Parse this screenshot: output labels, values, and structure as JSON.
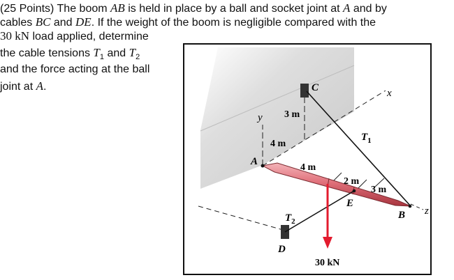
{
  "problem": {
    "line1_a": "(25 Points)    The boom ",
    "AB": "AB",
    "line1_b": " is held in place by a ball and socket joint at ",
    "A": "A",
    "line1_c": " and by",
    "line2_a": "cables ",
    "BC": "BC",
    "line2_b": " and ",
    "DE": "DE",
    "line2_c": ". If the weight of the boom is negligible compared with the",
    "load": "30 kN",
    "line3_b": " load applied, determine",
    "line4": "the cable tensions ",
    "T1_T": "T",
    "T1_sub": "1",
    "and": " and ",
    "T2_T": "T",
    "T2_sub": "2",
    "line5": "and the force acting at the ball",
    "line6_a": "joint at ",
    "A2": "A",
    "line6_b": "."
  },
  "figure": {
    "points": {
      "A": "A",
      "B": "B",
      "C": "C",
      "D": "D",
      "E": "E"
    },
    "axes": {
      "x": "x",
      "y": "y",
      "z": "z"
    },
    "dims": {
      "d1": "3 m",
      "d2": "4 m",
      "d3": "4 m",
      "d4": "2 m",
      "d5": "3 m"
    },
    "cables": {
      "T1": "T",
      "T1_sub": "1",
      "T2": "T",
      "T2_sub": "2"
    },
    "load": "30 kN",
    "colors": {
      "boom": "#e0707a",
      "boom_dark": "#a8343e",
      "load_arrow": "#e31b2e",
      "wall": "#d9d9d9"
    }
  }
}
